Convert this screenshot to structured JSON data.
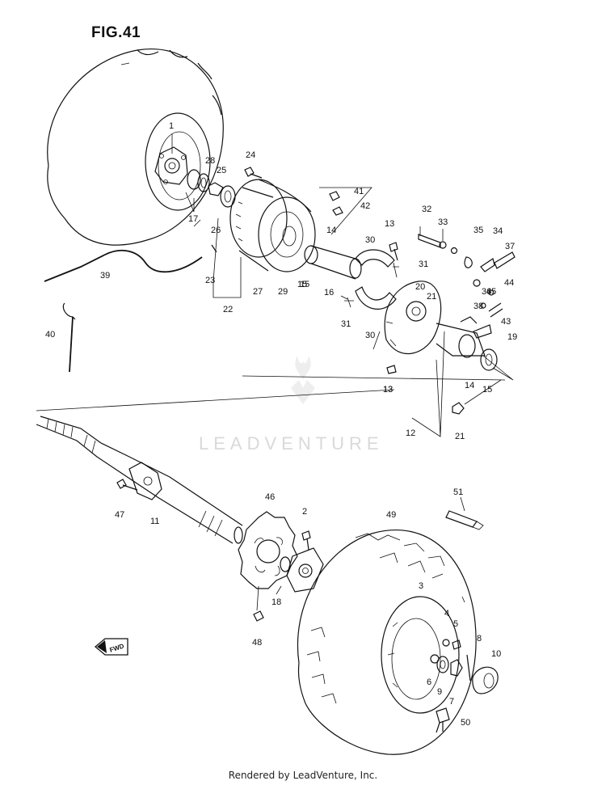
{
  "figure": {
    "title": "FIG.41"
  },
  "watermark": {
    "text": "LEADVENTURE"
  },
  "footer": {
    "text": "Rendered by LeadVenture, Inc."
  },
  "fwd_badge": {
    "text": "FWD"
  },
  "callouts": [
    "1",
    "24",
    "28",
    "25",
    "17",
    "26",
    "41",
    "42",
    "27",
    "29",
    "15",
    "16",
    "14",
    "30",
    "31",
    "13",
    "32",
    "33",
    "35",
    "34",
    "37",
    "36",
    "44",
    "45",
    "38",
    "43",
    "19",
    "20",
    "21",
    "39",
    "23",
    "22",
    "40",
    "12",
    "47",
    "11",
    "46",
    "2",
    "18",
    "48",
    "49",
    "3",
    "4",
    "5",
    "51",
    "6",
    "9",
    "7",
    "8",
    "10",
    "50"
  ]
}
